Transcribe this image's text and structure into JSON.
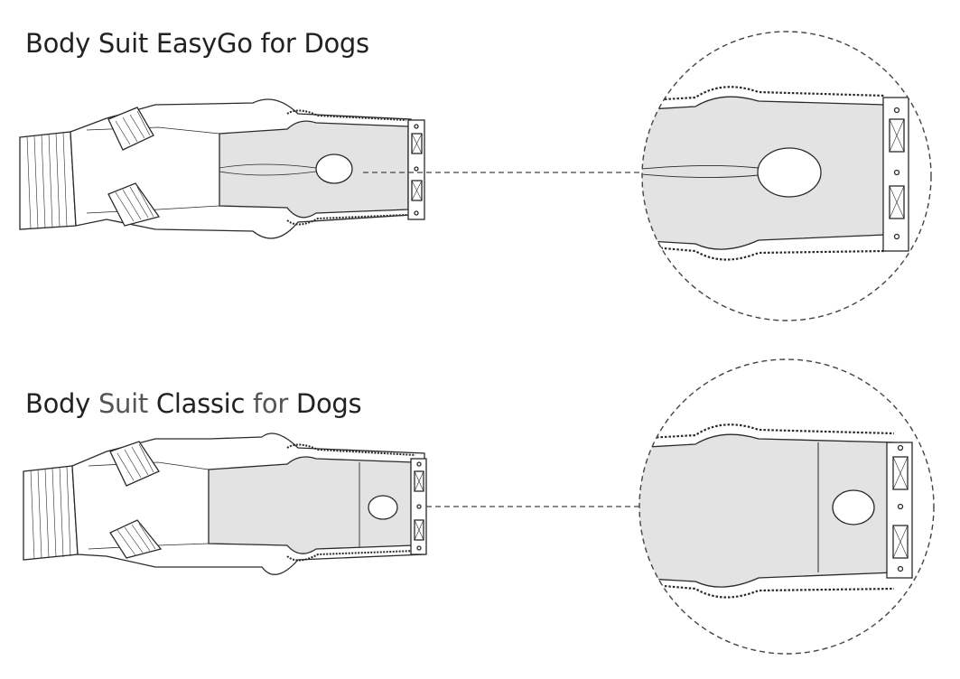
{
  "titles": {
    "easygo": "Body Suit EasyGo for Dogs",
    "classic": {
      "w1": "Body",
      "w2": "Suit",
      "w3": "Classic",
      "w4": "for",
      "w5": "Dogs"
    }
  },
  "colors": {
    "outline": "#2a2a2a",
    "fabric_shade": "#e3e3e3",
    "leg_fill": "#ffffff",
    "dash": "#444444"
  }
}
